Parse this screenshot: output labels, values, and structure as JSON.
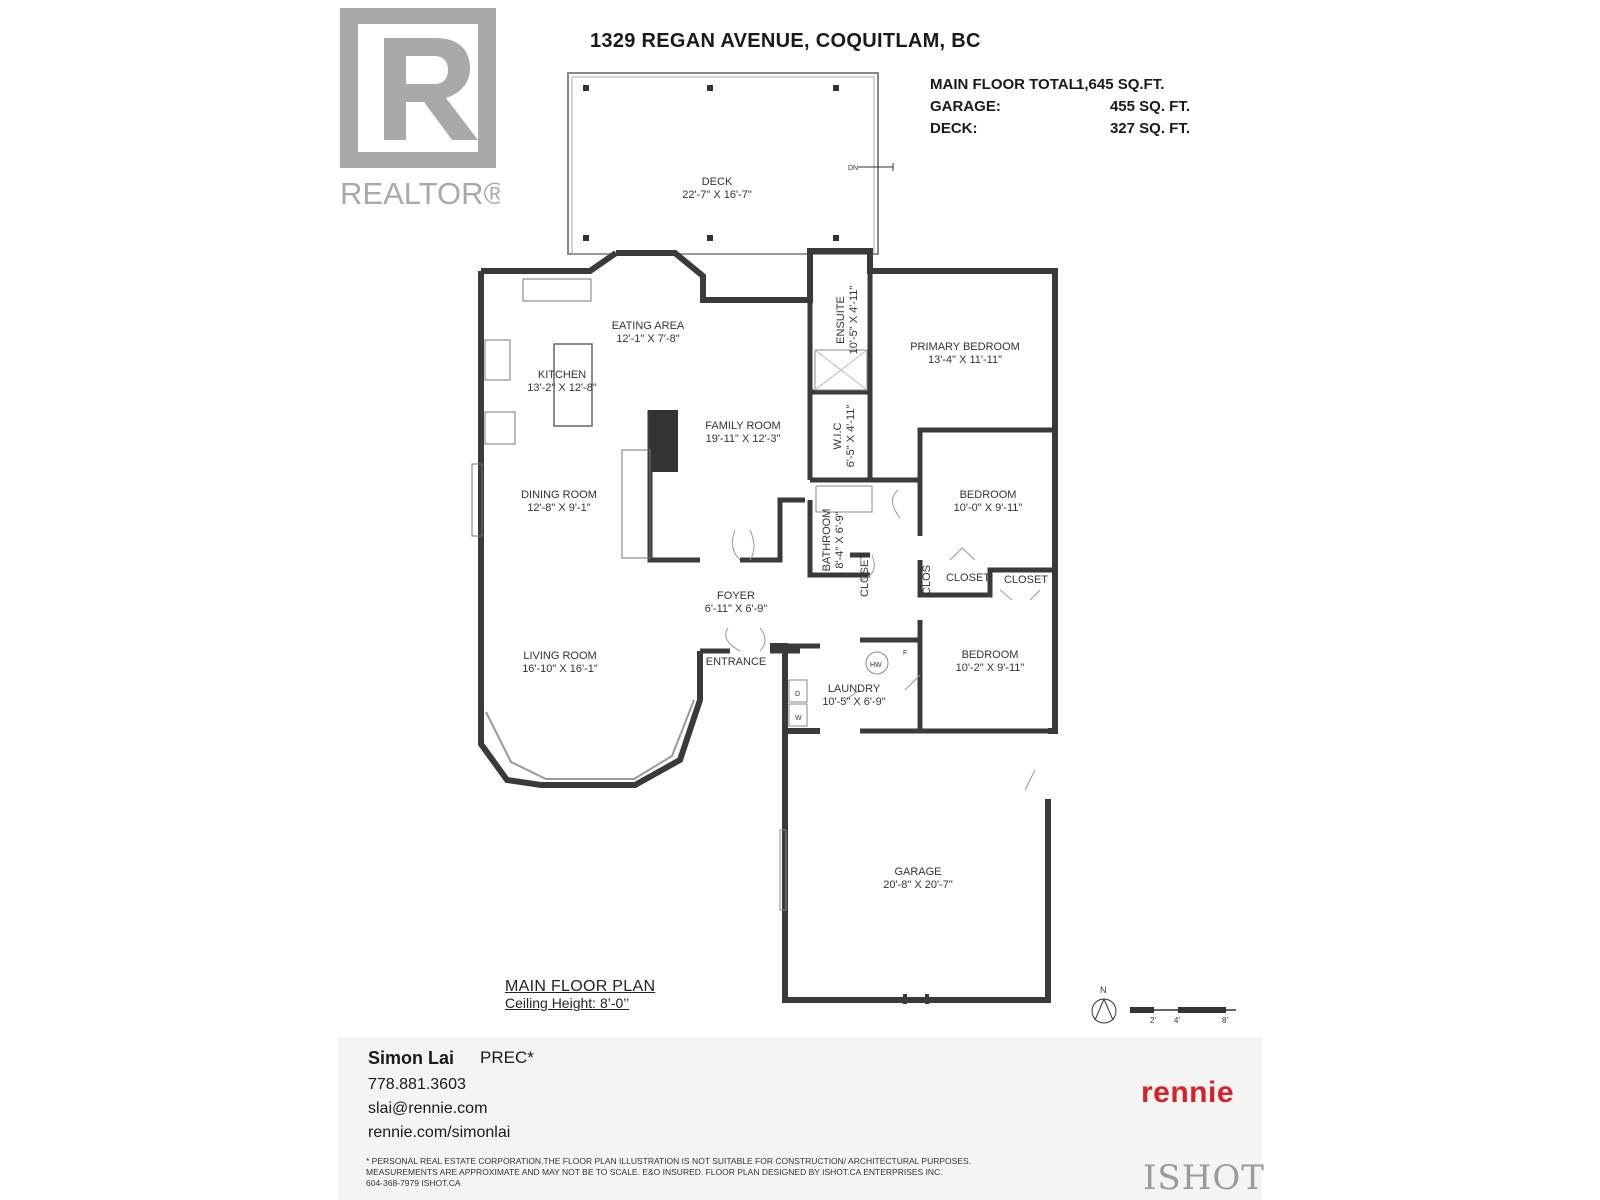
{
  "header": {
    "address": "1329 REGAN AVENUE, COQUITLAM, BC",
    "realtor_logo_text": "REALTOR®"
  },
  "areas": {
    "main_floor_label": "MAIN FLOOR TOTAL:",
    "main_floor_value": "1,645 SQ.FT.",
    "garage_label": "GARAGE:",
    "garage_value": "455 SQ. FT.",
    "deck_label": "DECK:",
    "deck_value": "327 SQ. FT."
  },
  "rooms": {
    "deck": {
      "name": "DECK",
      "size": "22'-7\" X 16'-7\""
    },
    "eating": {
      "name": "EATING AREA",
      "size": "12'-1\" X 7'-8\""
    },
    "kitchen": {
      "name": "KITCHEN",
      "size": "13'-2\" X 12'-8\""
    },
    "family": {
      "name": "FAMILY ROOM",
      "size": "19'-11\" X 12'-3\""
    },
    "dining": {
      "name": "DINING ROOM",
      "size": "12'-8\" X 9'-1\""
    },
    "living": {
      "name": "LIVING ROOM",
      "size": "16'-10\" X 16'-1\""
    },
    "foyer": {
      "name": "FOYER",
      "size": "6'-11\" X 6'-9\""
    },
    "entrance": {
      "name": "ENTRANCE"
    },
    "ensuite": {
      "name": "ENSUITE",
      "size": "10'-5\" X 4'-11\""
    },
    "primary": {
      "name": "PRIMARY BEDROOM",
      "size": "13'-4\" X 11'-11\""
    },
    "wic": {
      "name": "W.I.C",
      "size": "6'-5\" X 4'-11\""
    },
    "bedroom1": {
      "name": "BEDROOM",
      "size": "10'-0\" X 9'-11\""
    },
    "bathroom": {
      "name": "BATHROOM",
      "size": "8'-4\" X 6'-9\""
    },
    "closet_small": {
      "name": "CLOSET"
    },
    "clos": {
      "name": "CLOS"
    },
    "closet1": {
      "name": "CLOSET"
    },
    "closet2": {
      "name": "CLOSET"
    },
    "bedroom2": {
      "name": "BEDROOM",
      "size": "10'-2\" X 9'-11\""
    },
    "laundry": {
      "name": "LAUNDRY",
      "size": "10'-5\" X 6'-9\""
    },
    "garage": {
      "name": "GARAGE",
      "size": "20'-8\" X 20'-7\""
    }
  },
  "fixtures": {
    "dn": "DN",
    "hw": "HW",
    "f": "F",
    "w": "W",
    "d": "D"
  },
  "plan": {
    "title": "MAIN FLOOR PLAN",
    "ceiling": "Ceiling Height: 8’-0’’",
    "north": "N",
    "scale_labels": [
      "2'",
      "4'",
      "8'"
    ]
  },
  "agent": {
    "name": "Simon Lai",
    "designation": "PREC*",
    "phone": "778.881.3603",
    "email": "slai@rennie.com",
    "website": "rennie.com/simonlai",
    "brand": "rennie",
    "disclaimer_1": "* PERSONAL REAL ESTATE CORPORATION.THE FLOOR PLAN ILLUSTRATION IS NOT SUITABLE FOR CONSTRUCTION/ ARCHITECTURAL PURPOSES.",
    "disclaimer_2": "MEASUREMENTS ARE APPROXIMATE AND MAY NOT BE TO SCALE. E&O INSURED. FLOOR PLAN DESIGNED BY ISHOT.CA ENTERPRISES INC.",
    "disclaimer_3": "604-368-7979  ISHOT.CA",
    "designer_logo": "ISHOT"
  }
}
